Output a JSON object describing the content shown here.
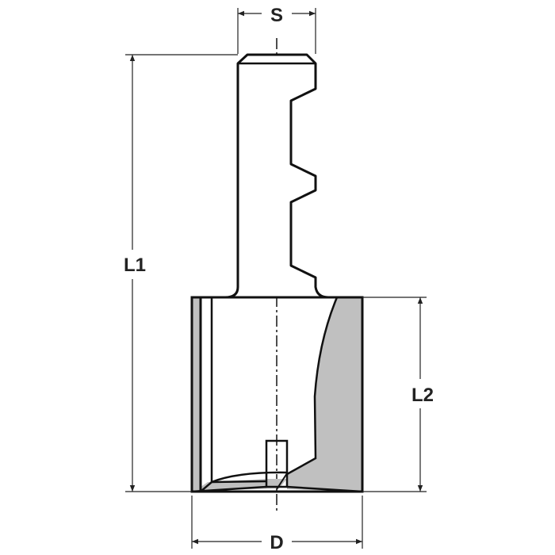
{
  "dimensions": {
    "shank_diameter": "S",
    "overall_length": "L1",
    "cutting_length": "L2",
    "cutting_diameter": "D"
  },
  "colors": {
    "outline": "#111111",
    "fill_shaded": "#c0c0c0",
    "dimension_line": "#222222"
  }
}
